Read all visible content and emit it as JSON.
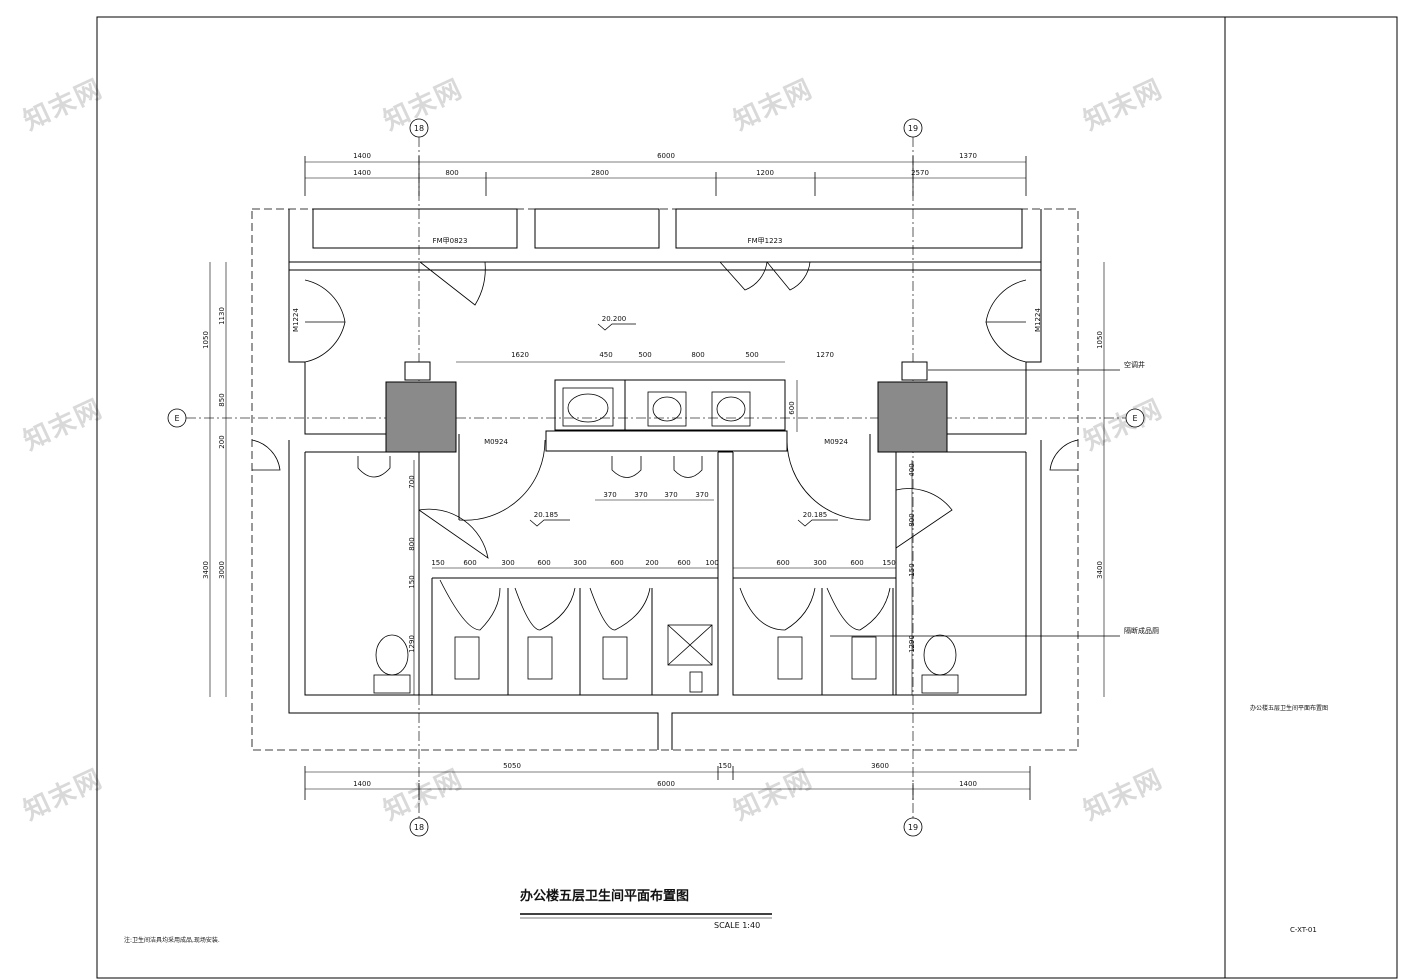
{
  "drawing": {
    "title": "办公楼五层卫生间平面布置图",
    "scale": "SCALE 1:40",
    "note": "注:卫生间洁具均采用成品,现场安装.",
    "sheet_name": "办公楼五层卫生间平面布置图",
    "sheet_number": "C-XT-01"
  },
  "axes": {
    "col_left": "18",
    "col_right": "19",
    "row": "E"
  },
  "levels": {
    "corridor": "20.200",
    "left_room": "20.185",
    "right_room": "20.185"
  },
  "doors": {
    "fm_left": "FM甲0823",
    "fm_right": "FM甲1223",
    "m1224_left": "M1224",
    "m1224_right": "M1224",
    "m0924_left": "M0924",
    "m0924_right": "M0924"
  },
  "callouts": {
    "shaft": "空调井",
    "partition": "隔断成品厕"
  },
  "dims": {
    "top_outer": [
      "1400",
      "6000",
      "1370"
    ],
    "top_inner": [
      "1400",
      "800",
      "2800",
      "1200",
      "2570"
    ],
    "basin_row": [
      "1620",
      "450",
      "500",
      "800",
      "500",
      "1270"
    ],
    "basin_depth": "600",
    "urinal_row": [
      "370",
      "370",
      "370",
      "370"
    ],
    "stall_left": [
      "150",
      "600",
      "300",
      "600",
      "300",
      "600",
      "200",
      "600",
      "100"
    ],
    "stall_right": [
      "600",
      "300",
      "600",
      "150"
    ],
    "bottom_inner": [
      "5050",
      "150",
      "3600"
    ],
    "bottom_outer": [
      "1400",
      "6000",
      "1400"
    ],
    "left_side": [
      "1050",
      "1130",
      "850",
      "200",
      "3400",
      "3000",
      "700",
      "800",
      "150",
      "1290"
    ],
    "right_side": [
      "1050",
      "3400"
    ],
    "right_inner": [
      "400",
      "800",
      "150",
      "1290"
    ]
  },
  "watermark": "知末网"
}
